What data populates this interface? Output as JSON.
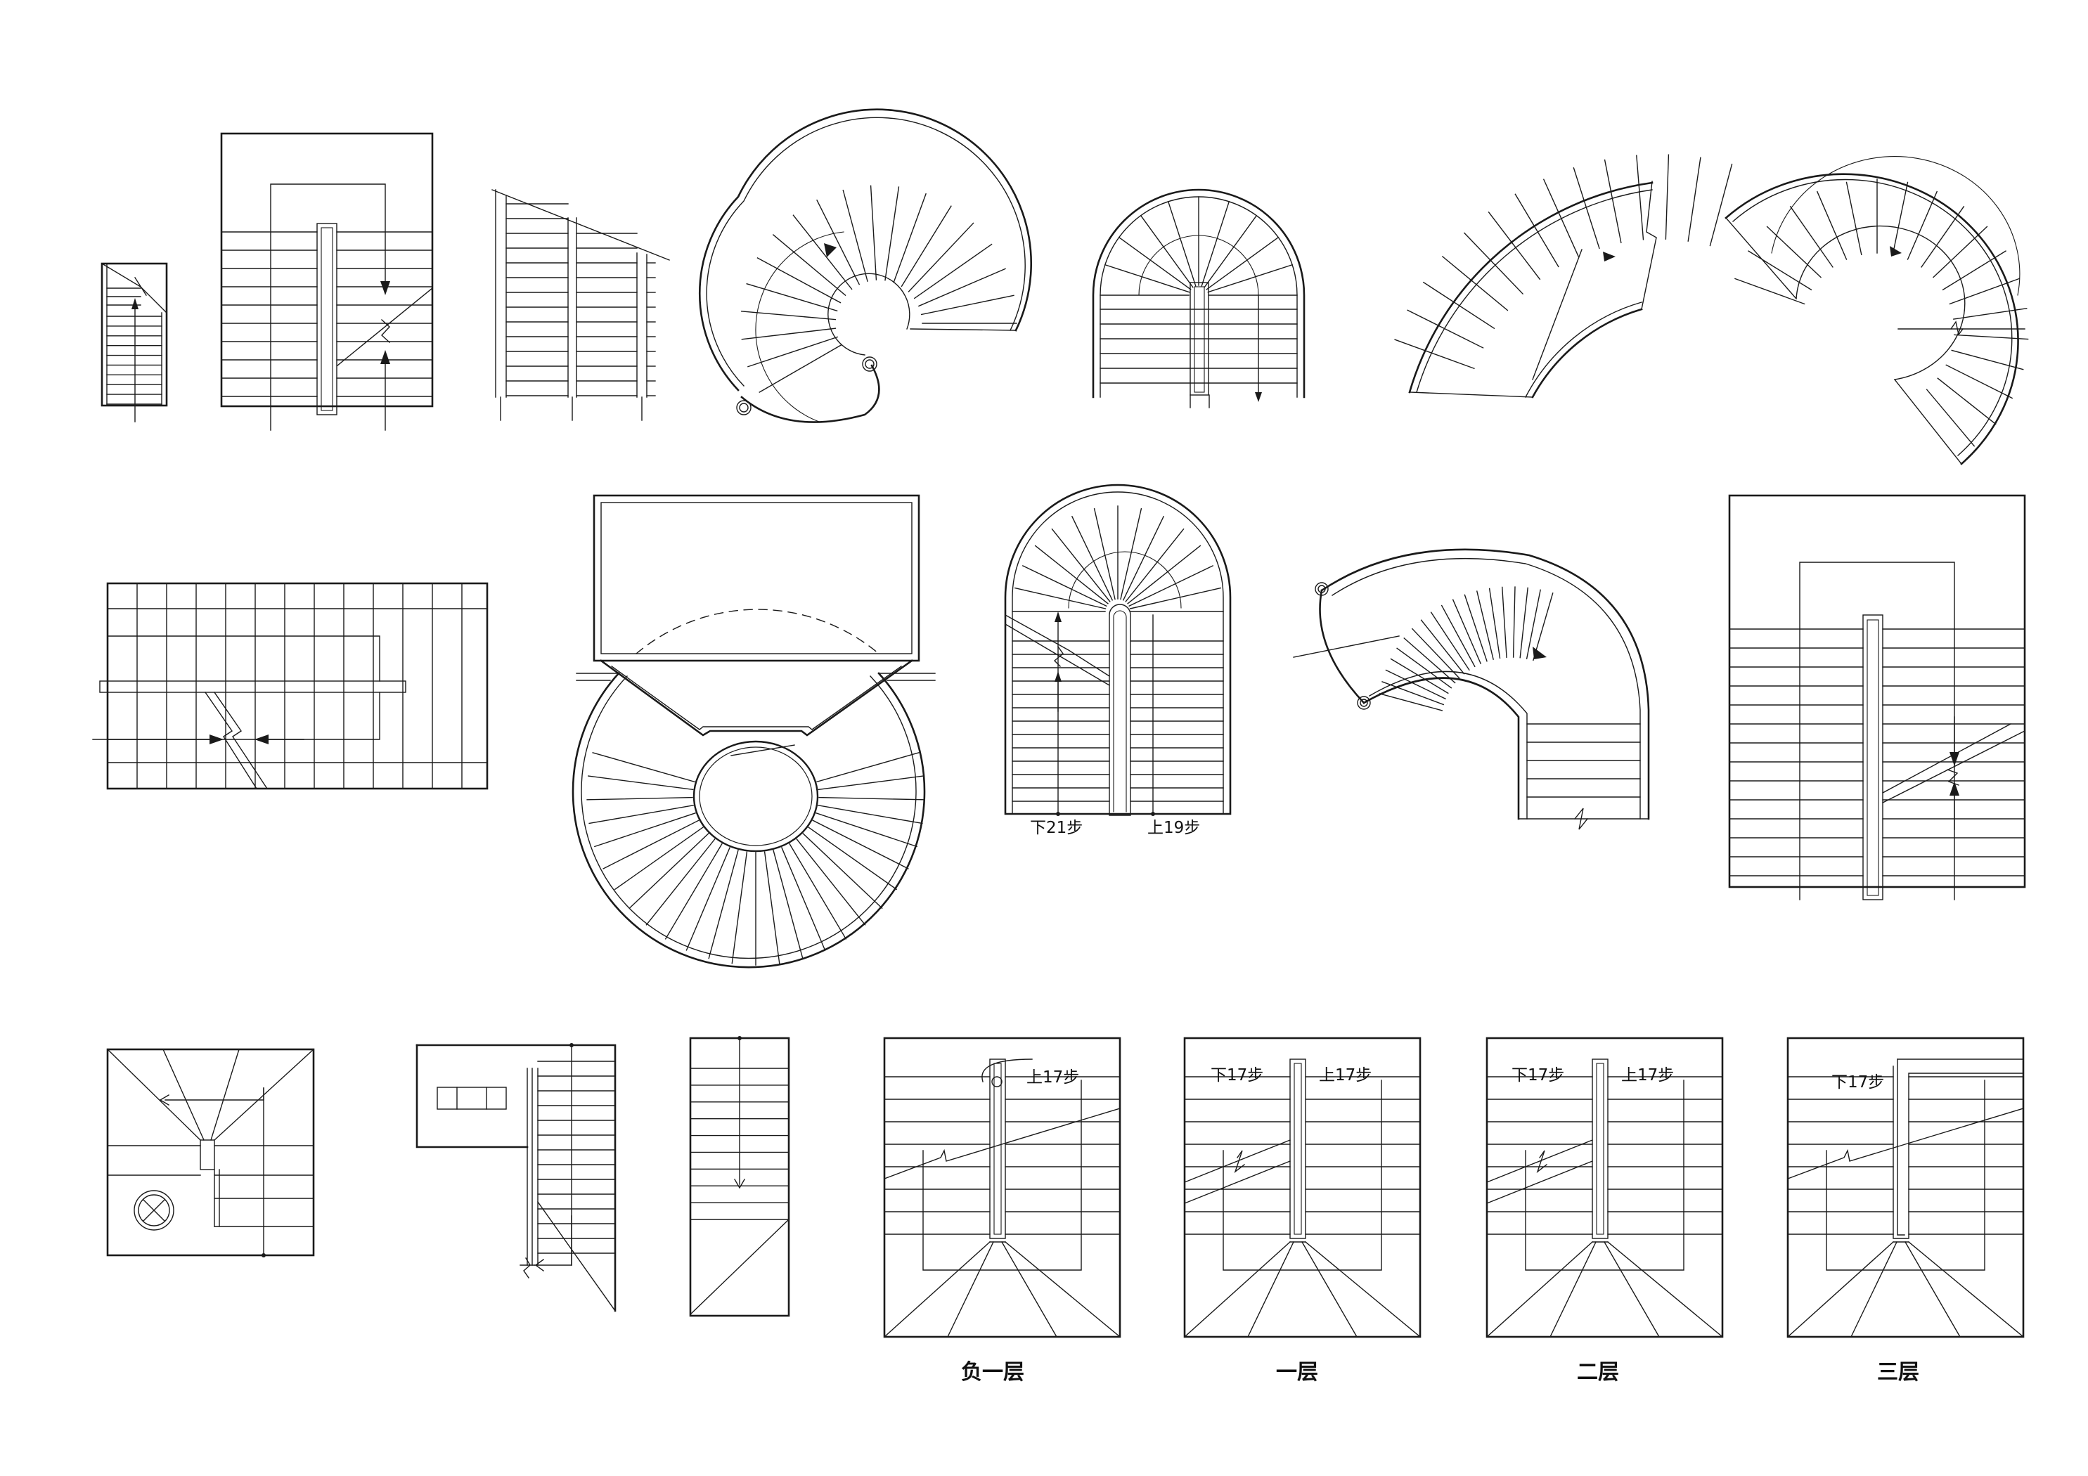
{
  "labels": {
    "down21": "下21步",
    "up19": "上19步",
    "b1_up": "上17步",
    "f1_down": "下17步",
    "f1_up": "上17步",
    "f2_down": "下17步",
    "f2_up": "上17步",
    "f3_down": "下17步"
  },
  "floors": {
    "b1": "负一层",
    "f1": "一层",
    "f2": "二层",
    "f3": "三层"
  },
  "colors": {
    "ink": "#1a1a1a",
    "paper": "#ffffff"
  }
}
